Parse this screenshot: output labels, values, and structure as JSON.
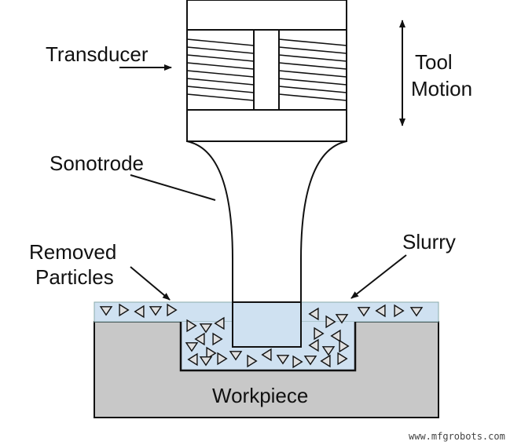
{
  "labels": {
    "transducer": "Transducer",
    "tool_motion_line1": "Tool",
    "tool_motion_line2": "Motion",
    "sonotrode": "Sonotrode",
    "removed_particles_line1": "Removed",
    "removed_particles_line2": "Particles",
    "slurry": "Slurry",
    "workpiece": "Workpiece"
  },
  "watermark": "www.mfgrobots.com",
  "colors": {
    "workpiece_fill": "#c8c8c8",
    "slurry_fill": "#cfe1f1",
    "line": "#111111",
    "particle_fill": "#e0e0e0"
  }
}
